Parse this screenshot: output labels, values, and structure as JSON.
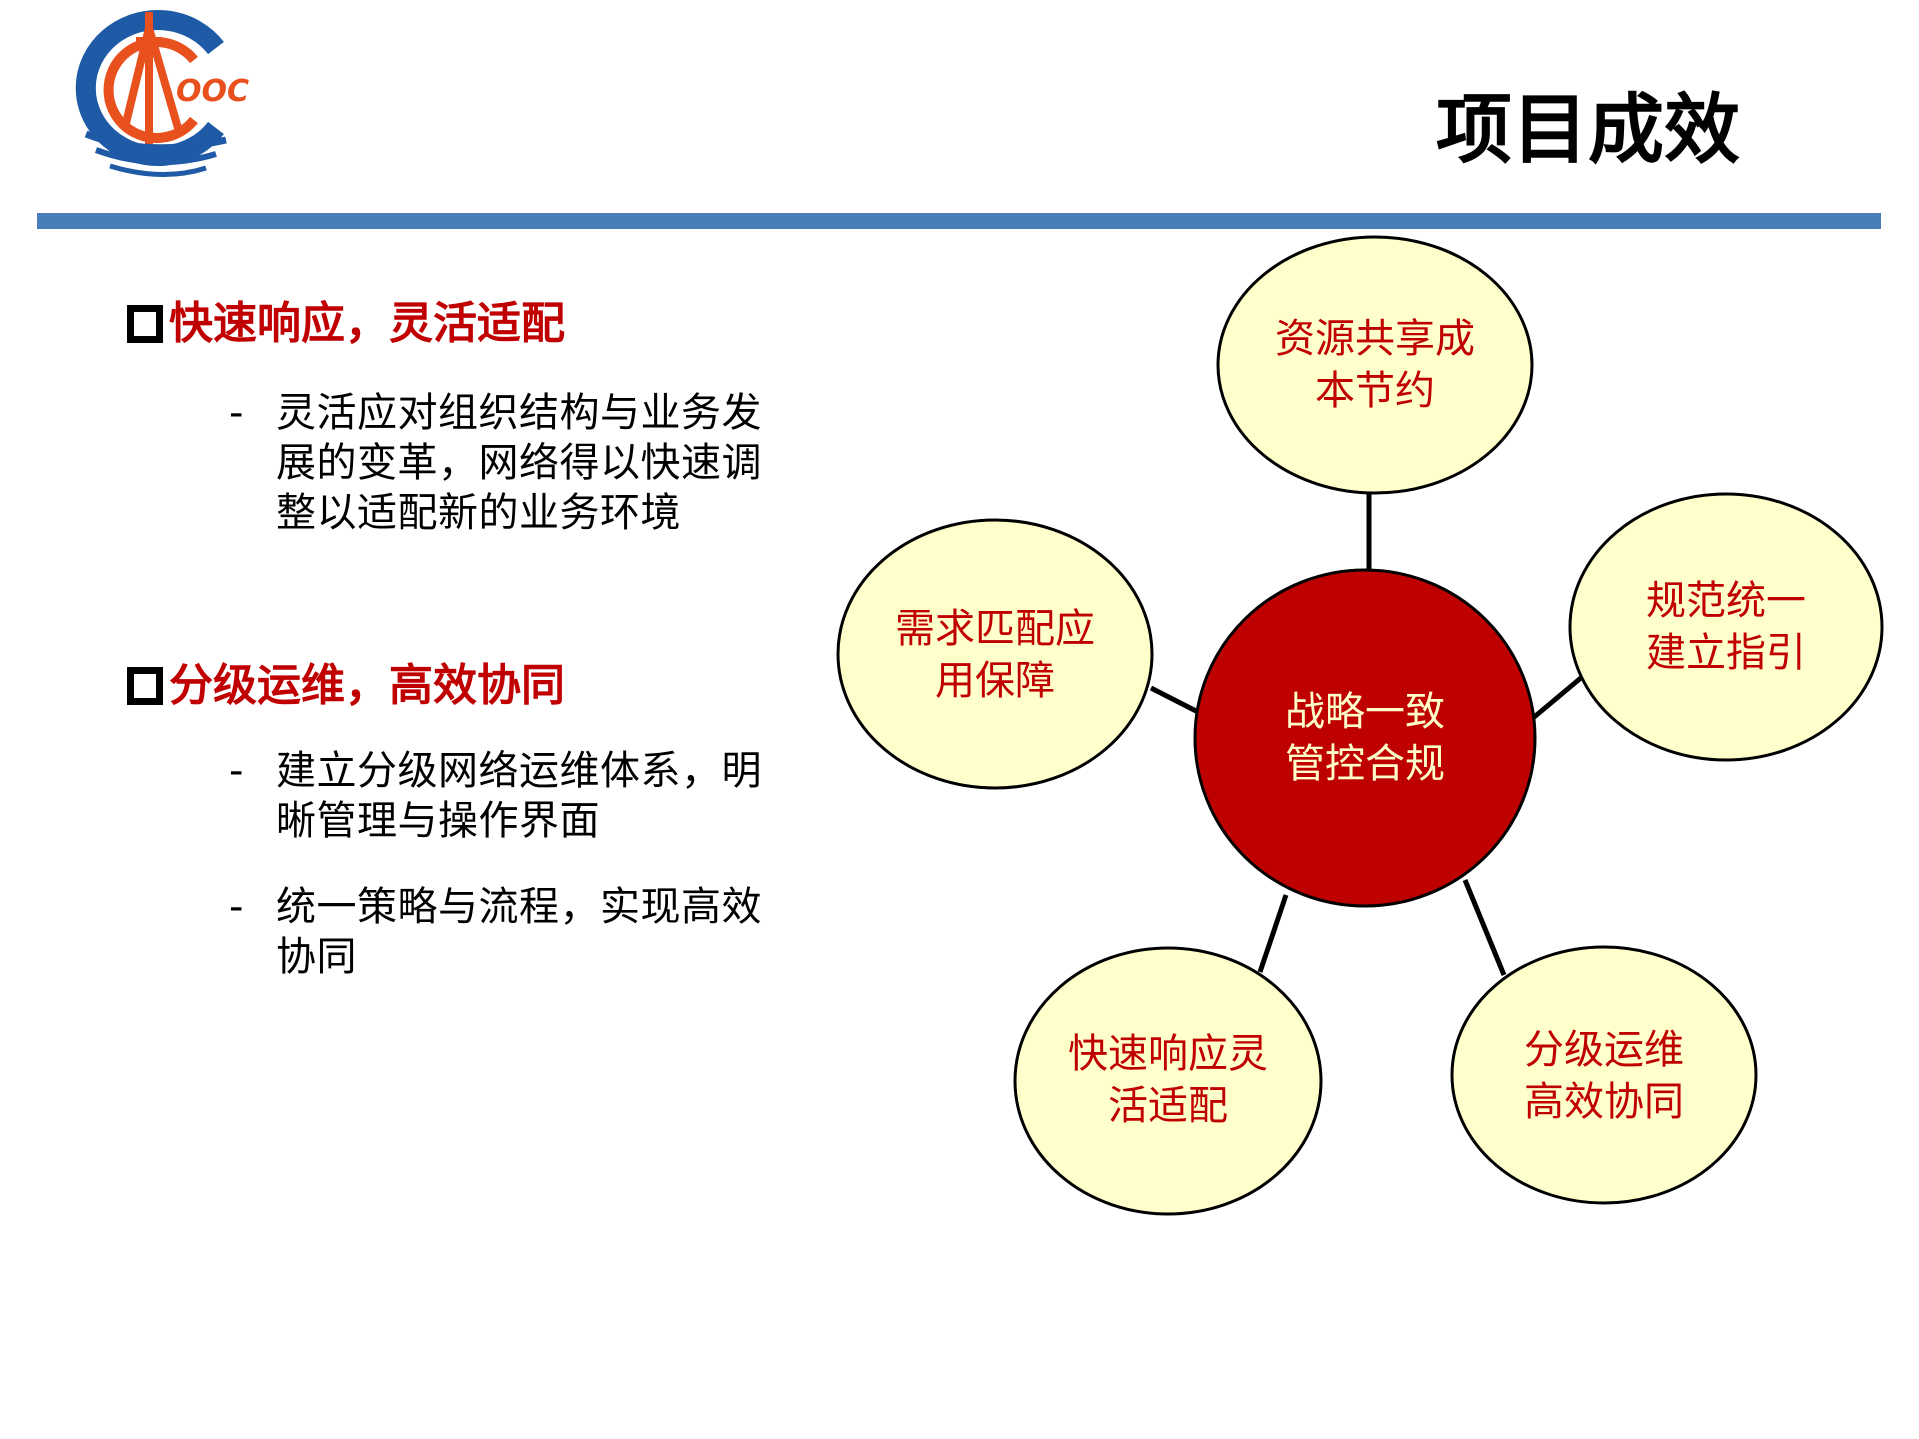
{
  "header": {
    "logo_name": "CNOOC",
    "logo_text": "OOC",
    "title": "项目成效",
    "bar_color": "#4a7ebb"
  },
  "left_panel": {
    "sections": [
      {
        "heading": "快速响应，灵活适配",
        "items": [
          {
            "dash": "-",
            "text": "灵活应对组织结构与业务发展的变革，网络得以快速调整以适配新的业务环境"
          }
        ]
      },
      {
        "heading": "分级运维，高效协同",
        "items": [
          {
            "dash": "-",
            "text": "建立分级网络运维体系，明晰管理与操作界面"
          },
          {
            "dash": "-",
            "text": "统一策略与流程，实现高效协同"
          }
        ]
      }
    ]
  },
  "diagram": {
    "center": {
      "line1": "战略一致",
      "line2": "管控合规",
      "fill": "#be0000",
      "text_color": "#ffffcc"
    },
    "satellites": [
      {
        "id": "top",
        "line1": "资源共享成",
        "line2": "本节约"
      },
      {
        "id": "right",
        "line1": "规范统一",
        "line2": "建立指引"
      },
      {
        "id": "bottom-right",
        "line1": "分级运维",
        "line2": "高效协同"
      },
      {
        "id": "bottom-left",
        "line1": "快速响应灵",
        "line2": "活适配"
      },
      {
        "id": "left",
        "line1": "需求匹配应",
        "line2": "用保障"
      }
    ],
    "satellite_fill": "#ffffcc",
    "satellite_text_color": "#c00000"
  }
}
